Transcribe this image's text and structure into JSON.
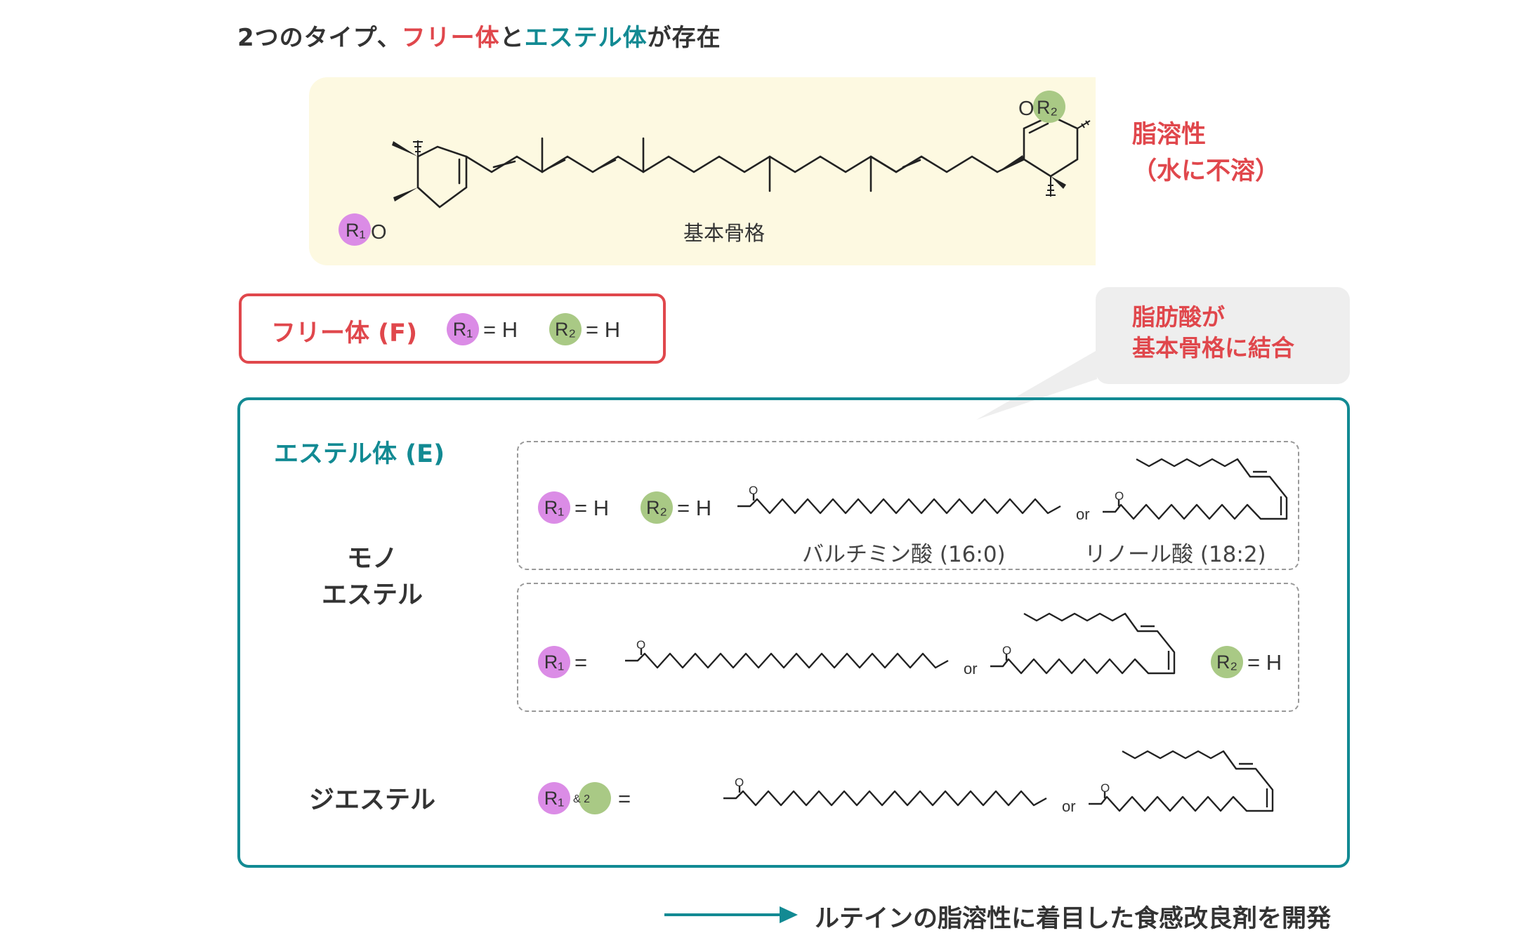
{
  "title": {
    "prefix": "2つのタイプ、",
    "free": "フリー体",
    "mid": "と",
    "ester": "エステル体",
    "suffix": "が存在"
  },
  "skeleton": {
    "label": "基本骨格",
    "r1": "R₁",
    "o_left": "O",
    "o_right": "O",
    "r2": "R₂"
  },
  "solubility": {
    "line1": "脂溶性",
    "line2": "（水に不溶）"
  },
  "free_form": {
    "title": "フリー体 (F)",
    "r1": "R₁",
    "r1_eq": "= H",
    "r2": "R₂",
    "r2_eq": "= H"
  },
  "callout": {
    "line1": "脂肪酸が",
    "line2": "基本骨格に結合"
  },
  "ester_form": {
    "title": "エステル体 (E)",
    "mono_label_1": "モノ",
    "mono_label_2": "エステル",
    "di_label": "ジエステル",
    "row1": {
      "r1": "R₁",
      "r1_eq": "= H",
      "r2": "R₂",
      "r2_eq": "= H",
      "or": "or",
      "o1": "O",
      "o2": "O",
      "acid1": "バルチミン酸 (16:0)",
      "acid2": "リノール酸 (18:2)"
    },
    "row2": {
      "r1": "R₁",
      "r1_eq": "=",
      "or": "or",
      "o1": "O",
      "o2": "O",
      "r2": "R₂",
      "r2_eq": "= H"
    },
    "row3": {
      "r1": "R₁",
      "amp": "& 2",
      "eq": "=",
      "or": "or",
      "o1": "O",
      "o2": "O"
    }
  },
  "conclusion": "ルテインの脂溶性に着目した食感改良剤を開発",
  "colors": {
    "red": "#e0474c",
    "teal": "#128a93",
    "r1": "#db8ce6",
    "r2": "#a9c985",
    "skeleton_bg": "#fdf9e1"
  }
}
